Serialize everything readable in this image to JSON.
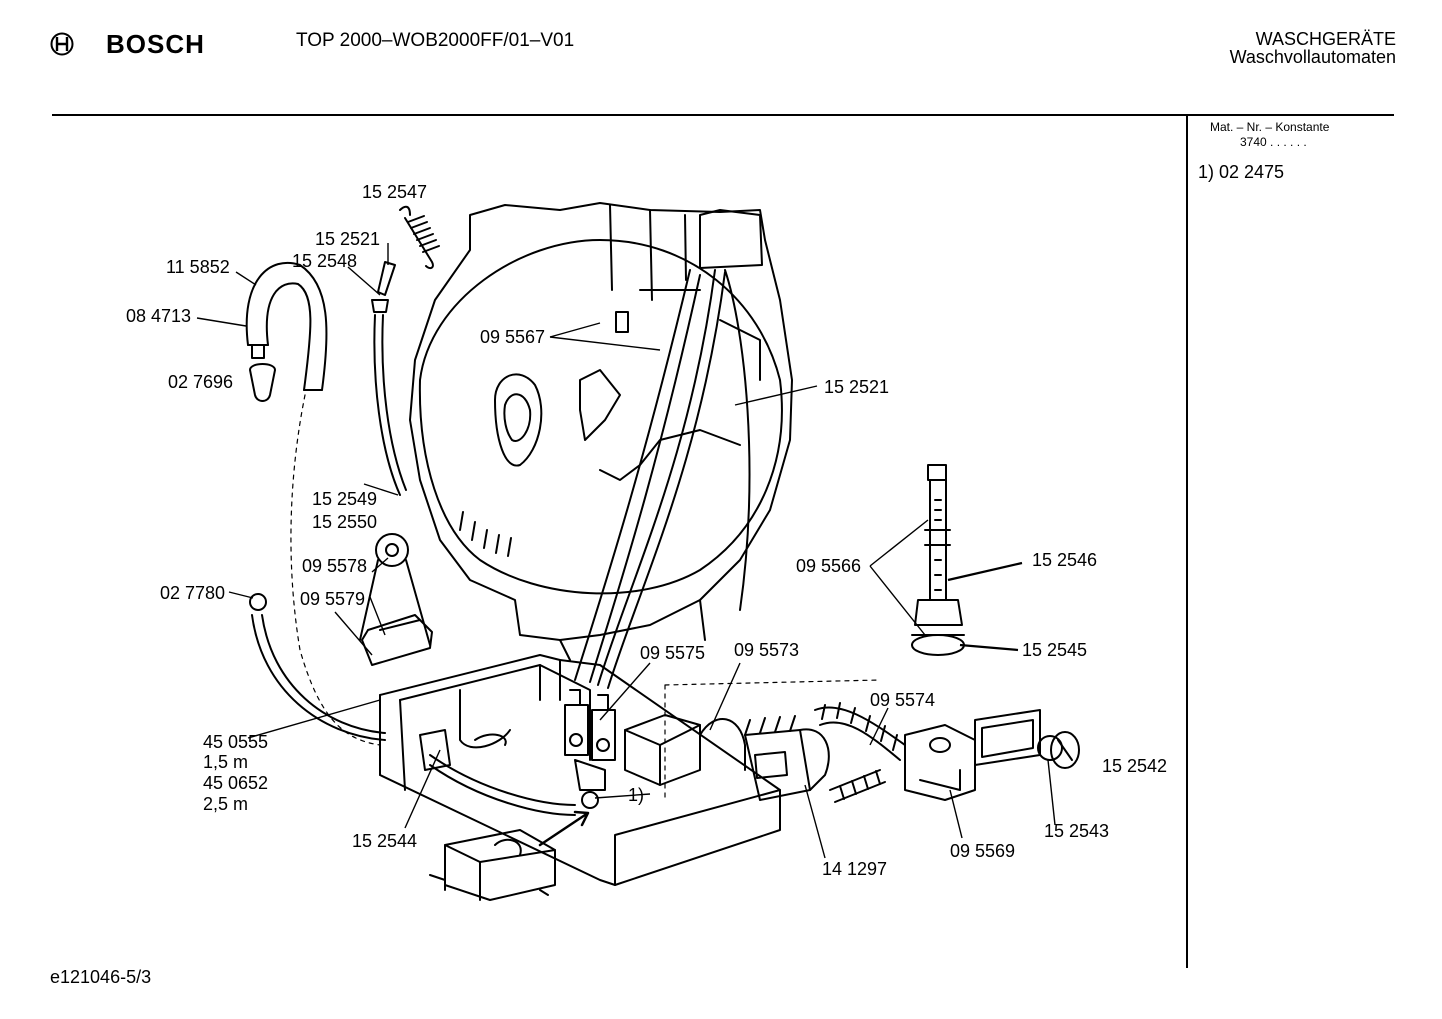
{
  "header": {
    "brand": "BOSCH",
    "model": "TOP 2000–WOB2000FF/01–V01",
    "category_line1": "WASCHGERÄTE",
    "category_line2": "Waschvollautomaten"
  },
  "side_panel": {
    "title": "Mat. – Nr. – Konstante",
    "constant": "3740 . .   . . . .",
    "note": "1)  02 2475"
  },
  "footer": {
    "code": "e121046-5/3"
  },
  "labels": {
    "p152547": "15 2547",
    "p152521a": "15 2521",
    "p115852": "11 5852",
    "p152548": "15 2548",
    "p084713": "08 4713",
    "p095567": "09 5567",
    "p027696": "02 7696",
    "p152521b": "15 2521",
    "p152549": "15 2549",
    "p152550": "15 2550",
    "p095578": "09 5578",
    "p095566": "09 5566",
    "p152546": "15 2546",
    "p027780": "02 7780",
    "p095579": "09 5579",
    "p152545": "15 2545",
    "p095575": "09 5575",
    "p095573": "09 5573",
    "p095574": "09 5574",
    "p450555": "45 0555",
    "p15m": "1,5 m",
    "p450652": "45 0652",
    "p25m": "2,5 m",
    "p152542": "15 2542",
    "p1": "1)",
    "p152543": "15 2543",
    "p152544": "15 2544",
    "p095569": "09 5569",
    "p141297": "14 1297"
  }
}
